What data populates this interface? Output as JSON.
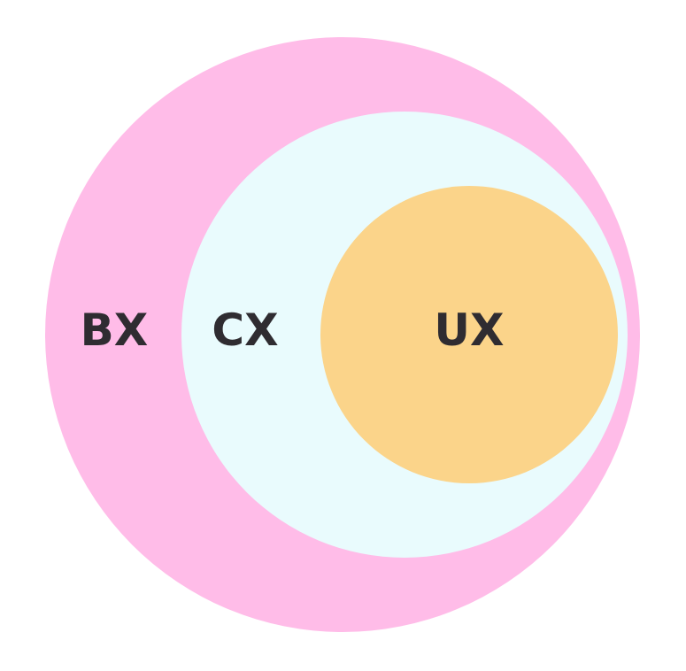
{
  "diagram": {
    "circles": [
      {
        "id": "bx",
        "label": "BX",
        "color": "#ffbce8"
      },
      {
        "id": "cx",
        "label": "CX",
        "color": "#e9fbfd"
      },
      {
        "id": "ux",
        "label": "UX",
        "color": "#fbd48a"
      }
    ],
    "text_color": "#2f2c31"
  }
}
